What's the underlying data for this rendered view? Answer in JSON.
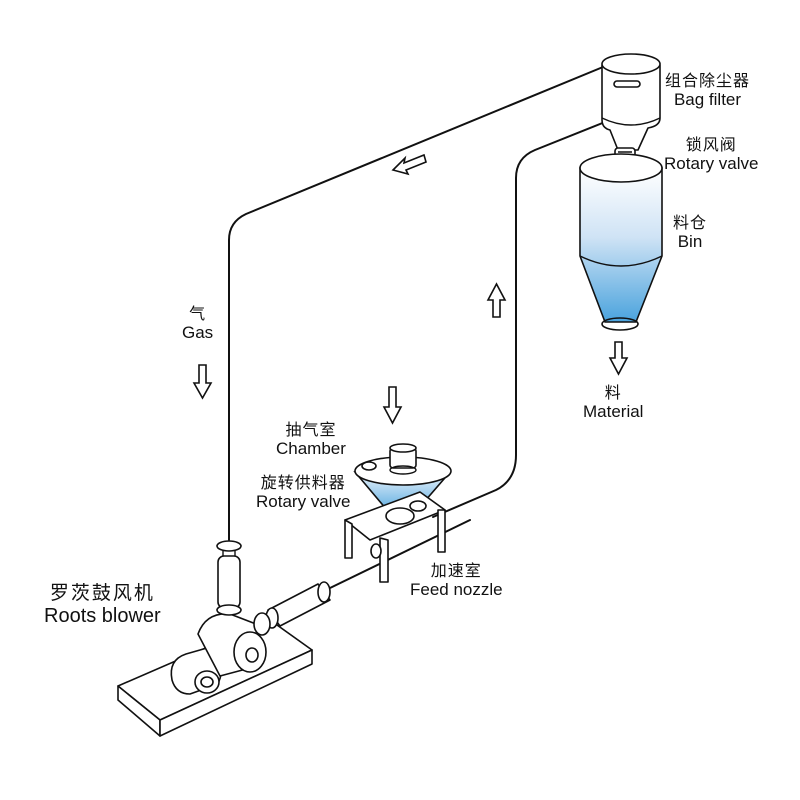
{
  "diagram": {
    "title": "",
    "components": {
      "bag_filter": {
        "zh": "组合除尘器",
        "en": "Bag filter"
      },
      "top_rotary_valve": {
        "zh": "锁风阀",
        "en": "Rotary valve"
      },
      "bin": {
        "zh": "料仓",
        "en": "Bin"
      },
      "material": {
        "zh": "料",
        "en": "Material"
      },
      "gas": {
        "zh": "气",
        "en": "Gas"
      },
      "chamber": {
        "zh": "抽气室",
        "en": "Chamber"
      },
      "feed_rotary_valve": {
        "zh": "旋转供料器",
        "en": "Rotary valve"
      },
      "feed_nozzle": {
        "zh": "加速室",
        "en": "Feed nozzle"
      },
      "roots_blower": {
        "zh": "罗茨鼓风机",
        "en": "Roots blower"
      }
    },
    "flow_arrows": [
      {
        "name": "gas-return-arrow",
        "direction": "down-left"
      },
      {
        "name": "gas-down-arrow",
        "direction": "down"
      },
      {
        "name": "material-up-arrow",
        "direction": "up"
      },
      {
        "name": "feed-in-arrow",
        "direction": "down"
      },
      {
        "name": "material-out-arrow",
        "direction": "down"
      }
    ],
    "colors": {
      "line": "#111111",
      "material_fill_top": "#ffffff",
      "material_fill_bottom": "#4aa3dd"
    }
  }
}
